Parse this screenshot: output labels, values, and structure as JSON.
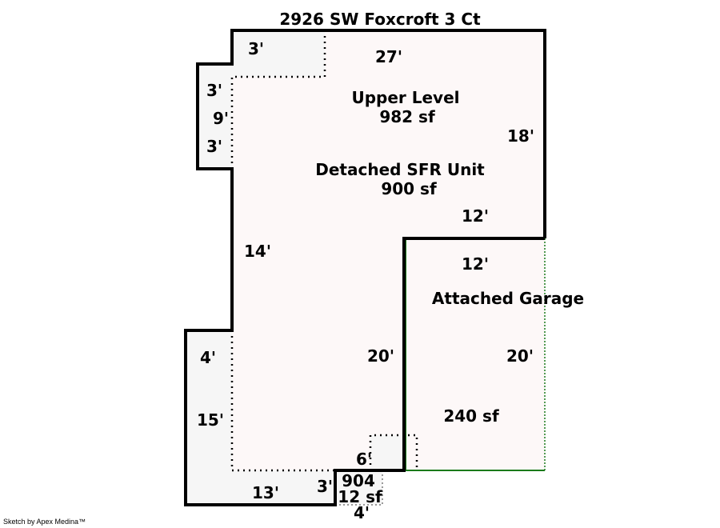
{
  "title": "2926 SW Foxcroft 3 Ct",
  "credit": "Sketch by Apex Medina™",
  "colors": {
    "outline": "#000000",
    "garage": "#1a7a1a",
    "living_fill": "#fdf8f8",
    "porch_fill": "#f6f6f6"
  },
  "areas": {
    "upper_level": {
      "name": "Upper Level",
      "size": "982 sf"
    },
    "main": {
      "name": "Detached SFR Unit",
      "size": "900 sf"
    },
    "garage": {
      "name": "Attached Garage",
      "size": "240 sf"
    },
    "small": {
      "name": "904",
      "size": "12 sf"
    }
  },
  "dimensions": {
    "top_3": "3'",
    "top_27": "27'",
    "left_3a": "3'",
    "left_9": "9'",
    "left_3b": "3'",
    "right_18": "18'",
    "mid_12": "12'",
    "garage_12": "12'",
    "left_14": "14'",
    "left_4": "4'",
    "mid_20": "20'",
    "garage_20": "20'",
    "left_15": "15'",
    "bottom_13": "13'",
    "small_3": "3'",
    "small_6": "6'",
    "small_4": "4'"
  }
}
